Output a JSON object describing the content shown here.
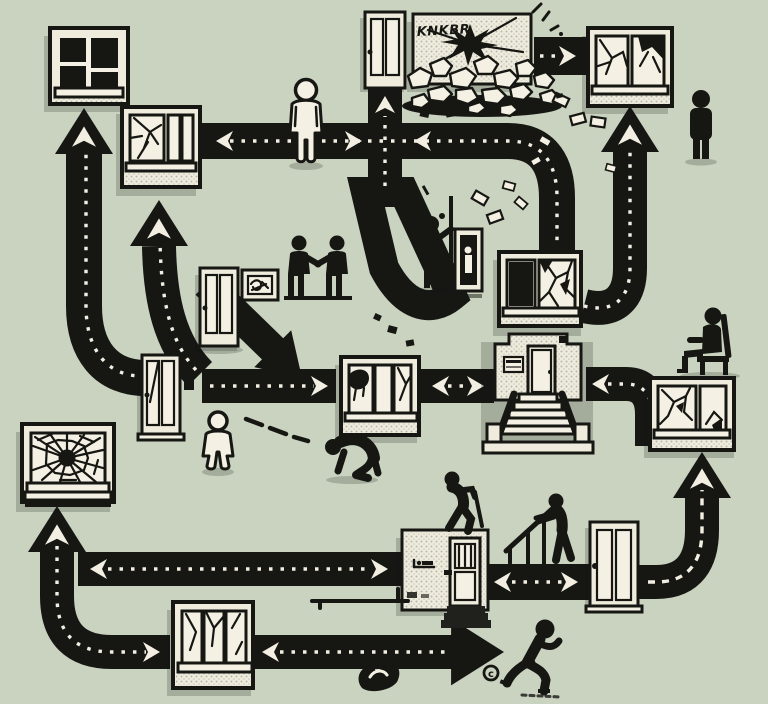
{
  "meta": {
    "alt": "Broken windows theory flow illustration: roads with arrows connect windows and doors in progressive states of decay, with human figures along the paths"
  },
  "palette": {
    "background": "#c9d3bf",
    "ink": "#161613",
    "panel": "#efecdd",
    "pane": "#f4f1e4",
    "road": "#161613",
    "centerline": "#f2efe2"
  },
  "graffiti": {
    "tag": "KNKBR"
  },
  "marks": {
    "circled_c": "c"
  },
  "diagram": {
    "theme": "urban decay progression (broken windows theory)",
    "nodes": [
      {
        "id": "window-intact-dark",
        "kind": "window",
        "state": "intact",
        "area": "top-left"
      },
      {
        "id": "window-cracked-upper-left",
        "kind": "window",
        "state": "cracked",
        "area": "top-left"
      },
      {
        "id": "door-top-center",
        "kind": "door",
        "state": "closed",
        "area": "top-center"
      },
      {
        "id": "graffiti-wall",
        "kind": "wall",
        "state": "tagged, smashed, rubble below",
        "area": "top-center"
      },
      {
        "id": "window-broken-top-right",
        "kind": "window",
        "state": "broken hole",
        "area": "top-right"
      },
      {
        "id": "door-mid-left",
        "kind": "door",
        "state": "closed",
        "area": "mid-left"
      },
      {
        "id": "framed-graffiti-picture",
        "kind": "picture",
        "state": "tagged",
        "area": "mid-left"
      },
      {
        "id": "mirror-doorway",
        "kind": "doorway",
        "state": "dark with figure inside",
        "area": "center"
      },
      {
        "id": "window-black-pane-center",
        "kind": "window",
        "state": "one pane black, one shattered",
        "area": "center"
      },
      {
        "id": "door-row2-left",
        "kind": "door",
        "state": "hairline crack",
        "area": "middle-row"
      },
      {
        "id": "window-tagged-center",
        "kind": "window",
        "state": "tagged and cracked",
        "area": "middle-row"
      },
      {
        "id": "stoop-entrance",
        "kind": "building-entrance",
        "state": "intact stoop with stairs",
        "area": "middle-row"
      },
      {
        "id": "window-broken-mid-right",
        "kind": "window",
        "state": "broken web",
        "area": "middle-right"
      },
      {
        "id": "window-shattered-left",
        "kind": "window",
        "state": "radial shatter with hole",
        "area": "lower-left"
      },
      {
        "id": "shed-kiosk",
        "kind": "shed",
        "state": "tagged, dark steps",
        "area": "lower-center"
      },
      {
        "id": "door-lower-right",
        "kind": "door",
        "state": "closed",
        "area": "lower-right"
      },
      {
        "id": "window-cracked-bottom",
        "kind": "window",
        "state": "cracked panes",
        "area": "bottom"
      }
    ],
    "edges": [
      {
        "from": "paths",
        "to": "window-intact-dark",
        "arrow": "up",
        "line": "dotted"
      },
      {
        "from": "paths",
        "to": "window-cracked-upper-left",
        "arrow": "up",
        "line": "dotted"
      },
      {
        "from": "window-cracked-upper-left",
        "to": "door-top-center",
        "arrow": "both",
        "line": "dotted"
      },
      {
        "from": "graffiti-wall",
        "to": "window-broken-top-right",
        "arrow": "right",
        "line": "dotted"
      },
      {
        "from": "window-black-pane-center",
        "to": "window-broken-top-right",
        "arrow": "up",
        "line": "dotted"
      },
      {
        "from": "door-mid-left",
        "to": "paths",
        "arrow": "down-right",
        "line": "solid"
      },
      {
        "from": "door-row2-left",
        "to": "window-tagged-center",
        "arrow": "right",
        "line": "dotted"
      },
      {
        "from": "window-tagged-center",
        "to": "stoop-entrance",
        "arrow": "both",
        "line": "dotted"
      },
      {
        "from": "window-broken-mid-right",
        "to": "stoop-entrance",
        "arrow": "left",
        "line": "dotted"
      },
      {
        "from": "paths",
        "to": "window-shattered-left",
        "arrow": "up",
        "line": "dotted"
      },
      {
        "from": "shed-kiosk",
        "to": "window-shattered-left",
        "arrow": "both",
        "line": "dotted"
      },
      {
        "from": "shed-kiosk",
        "to": "door-lower-right",
        "arrow": "both",
        "line": "dotted"
      },
      {
        "from": "door-lower-right",
        "to": "window-broken-mid-right",
        "arrow": "up",
        "line": "dashed"
      },
      {
        "from": "paths",
        "to": "window-cracked-bottom",
        "arrow": "both",
        "line": "dotted"
      },
      {
        "from": "window-cracked-bottom",
        "to": "offscreen-right",
        "arrow": "right",
        "line": "dotted"
      }
    ],
    "figures": [
      {
        "id": "pedestrian-on-road",
        "pose": "standing on top road",
        "style": "outline"
      },
      {
        "id": "bystander-top-right",
        "pose": "standing",
        "style": "silhouette"
      },
      {
        "id": "handshake-pair",
        "pose": "shaking hands",
        "style": "silhouette"
      },
      {
        "id": "onlooker-at-doorway",
        "pose": "reaching up beside dark doorway",
        "style": "silhouette"
      },
      {
        "id": "wanderer",
        "pose": "standing, head down",
        "style": "outline"
      },
      {
        "id": "sneaking-figure",
        "pose": "crouching low",
        "style": "silhouette"
      },
      {
        "id": "seated-observer",
        "pose": "sitting on chair",
        "style": "silhouette"
      },
      {
        "id": "climber-with-cane",
        "pose": "climbing onto shed",
        "style": "silhouette"
      },
      {
        "id": "railing-leaner",
        "pose": "leaning on railing",
        "style": "silhouette"
      },
      {
        "id": "fleeing-runner",
        "pose": "running right",
        "style": "silhouette"
      }
    ]
  }
}
